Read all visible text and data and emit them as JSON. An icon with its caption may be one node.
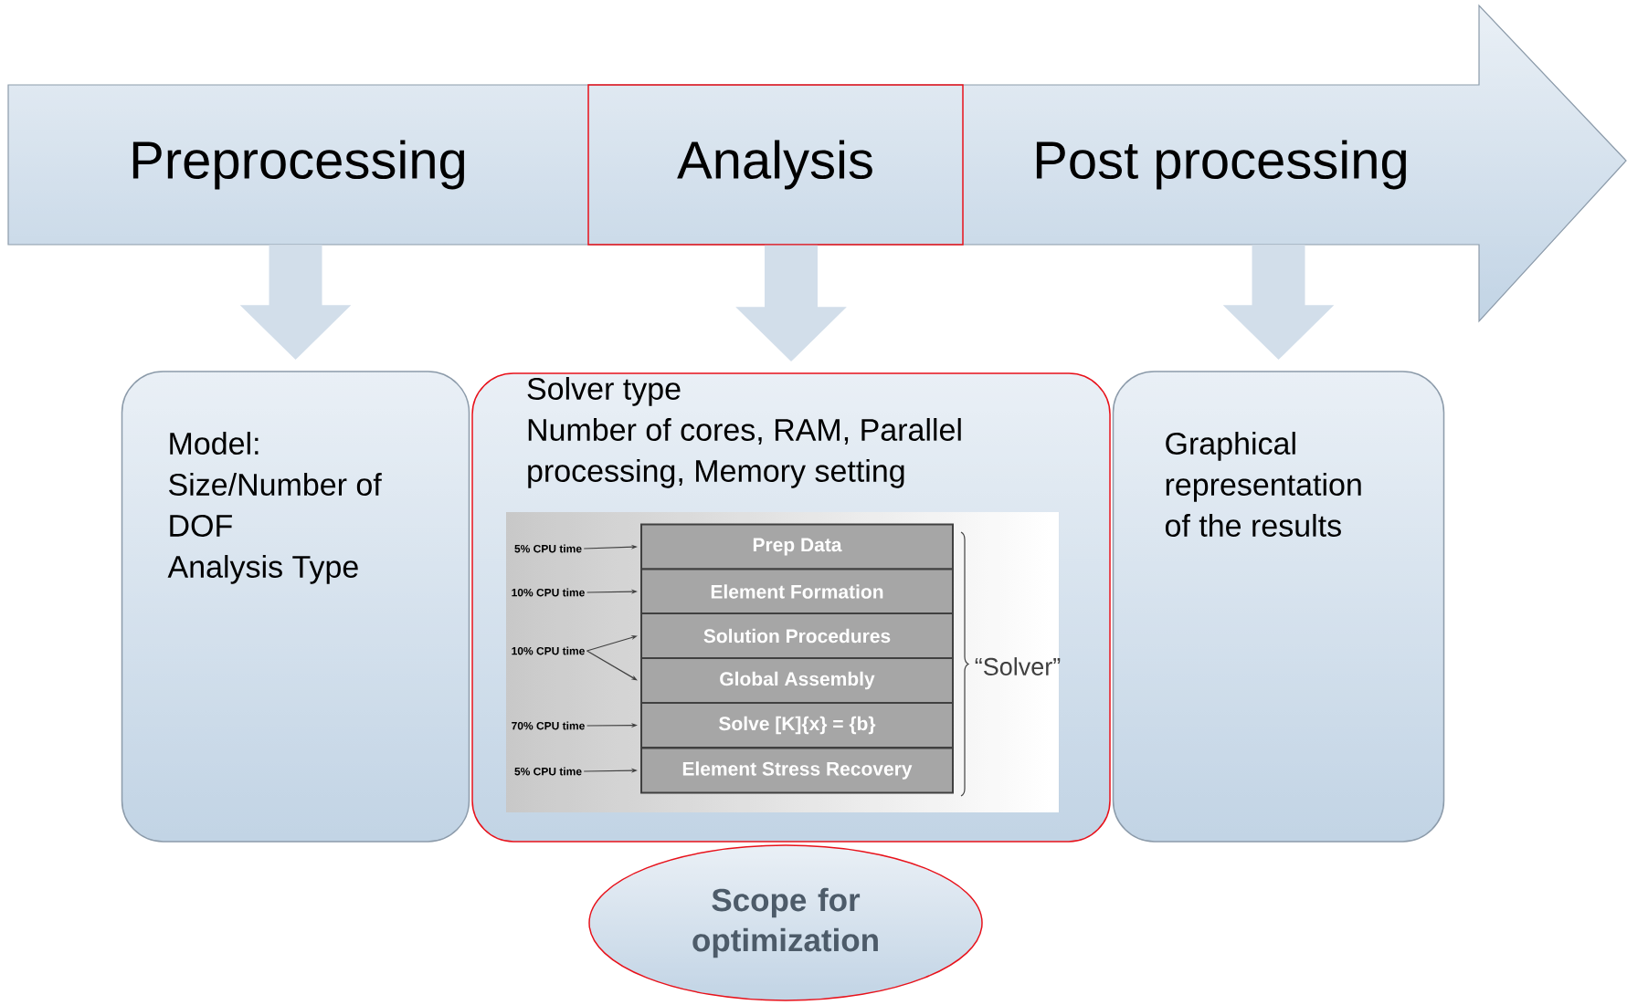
{
  "diagram": {
    "nodes": [
      {
        "text": [
          "Preprocessing"
        ]
      },
      {
        "text": [
          "Analysis"
        ]
      },
      {
        "text": [
          "Post processing"
        ]
      },
      {
        "text": [
          "Model:",
          "Size/Number of DOF",
          "Analysis Type"
        ]
      },
      {
        "text": [
          "Solver type",
          "Number of cores, RAM, Parallel processing, Memory setting"
        ]
      },
      {
        "text": [
          "Graphical representation of the results"
        ]
      },
      {
        "text": [
          "Scope for optimization"
        ]
      },
      {
        "text": [
          "Prep Data"
        ],
        "in": 4
      },
      {
        "text": [
          "Element Formation"
        ],
        "in": 4
      },
      {
        "text": [
          "Solution Procedures"
        ],
        "in": 4
      },
      {
        "text": [
          "Global Assembly"
        ],
        "in": 4
      },
      {
        "text": [
          "Solve [K]{x} = {b}"
        ],
        "in": 4
      },
      {
        "text": [
          "Element Stress Recovery"
        ],
        "in": 4
      },
      {
        "text": [
          "5% CPU time"
        ],
        "in": 4
      },
      {
        "text": [
          "10% CPU time"
        ],
        "in": 4
      },
      {
        "text": [
          "10% CPU time"
        ],
        "in": 4
      },
      {
        "text": [
          "70% CPU time"
        ],
        "in": 4
      },
      {
        "text": [
          "5% CPU time"
        ],
        "in": 4
      }
    ],
    "edges": [
      {
        "from": 0,
        "to": 3,
        "arrow": "to",
        "style": "thick",
        "color": "#d2deea"
      },
      {
        "from": 1,
        "to": 4,
        "arrow": "to",
        "style": "thick",
        "color": "#d2deea"
      },
      {
        "from": 2,
        "to": 5,
        "arrow": "to",
        "style": "thick",
        "color": "#d2deea"
      },
      {
        "from": 13,
        "to": 7,
        "arrow": "to"
      },
      {
        "from": 14,
        "to": 8,
        "arrow": "to"
      },
      {
        "from": 15,
        "to": 9,
        "arrow": "to"
      },
      {
        "from": 15,
        "to": 10,
        "arrow": "to"
      },
      {
        "from": 16,
        "to": 11,
        "arrow": "to"
      },
      {
        "from": 17,
        "to": 12,
        "arrow": "to"
      }
    ],
    "labels": [
      "“Solver”"
    ]
  }
}
